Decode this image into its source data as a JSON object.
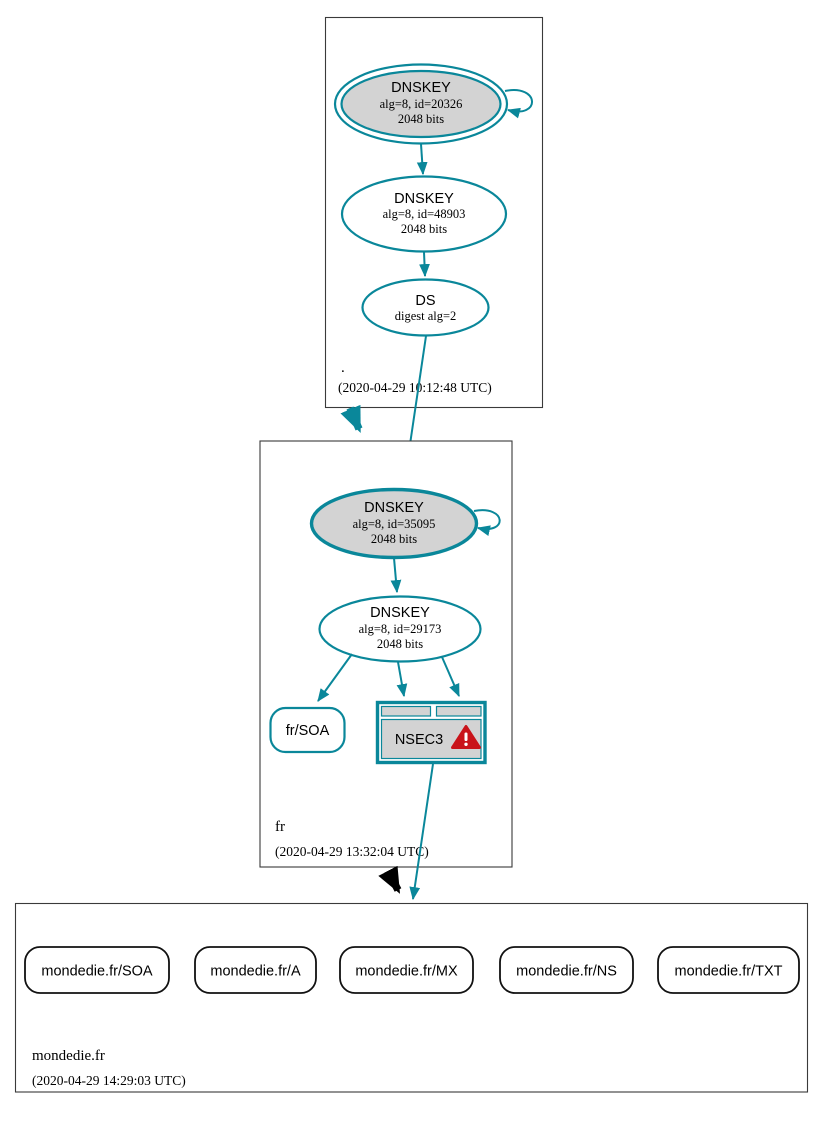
{
  "zones": {
    "root": {
      "label": ".",
      "timestamp": "(2020-04-29 10:12:48 UTC)",
      "ksk": {
        "title": "DNSKEY",
        "detail1": "alg=8, id=20326",
        "detail2": "2048 bits"
      },
      "zsk": {
        "title": "DNSKEY",
        "detail1": "alg=8, id=48903",
        "detail2": "2048 bits"
      },
      "ds": {
        "title": "DS",
        "detail1": "digest alg=2"
      }
    },
    "fr": {
      "label": "fr",
      "timestamp": "(2020-04-29 13:32:04 UTC)",
      "ksk": {
        "title": "DNSKEY",
        "detail1": "alg=8, id=35095",
        "detail2": "2048 bits"
      },
      "zsk": {
        "title": "DNSKEY",
        "detail1": "alg=8, id=29173",
        "detail2": "2048 bits"
      },
      "soa": {
        "label": "fr/SOA"
      },
      "nsec3": {
        "label": "NSEC3",
        "warning_icon": "warning-triangle"
      }
    },
    "mondedie": {
      "label": "mondedie.fr",
      "timestamp": "(2020-04-29 14:29:03 UTC)",
      "rrsets": [
        "mondedie.fr/SOA",
        "mondedie.fr/A",
        "mondedie.fr/MX",
        "mondedie.fr/NS",
        "mondedie.fr/TXT"
      ]
    }
  },
  "colors": {
    "secure_teal": "#0a879a",
    "node_fill_gray": "#d3d3d3",
    "warning_red": "#c9141a",
    "insecure_black": "#000000",
    "background": "#ffffff"
  }
}
